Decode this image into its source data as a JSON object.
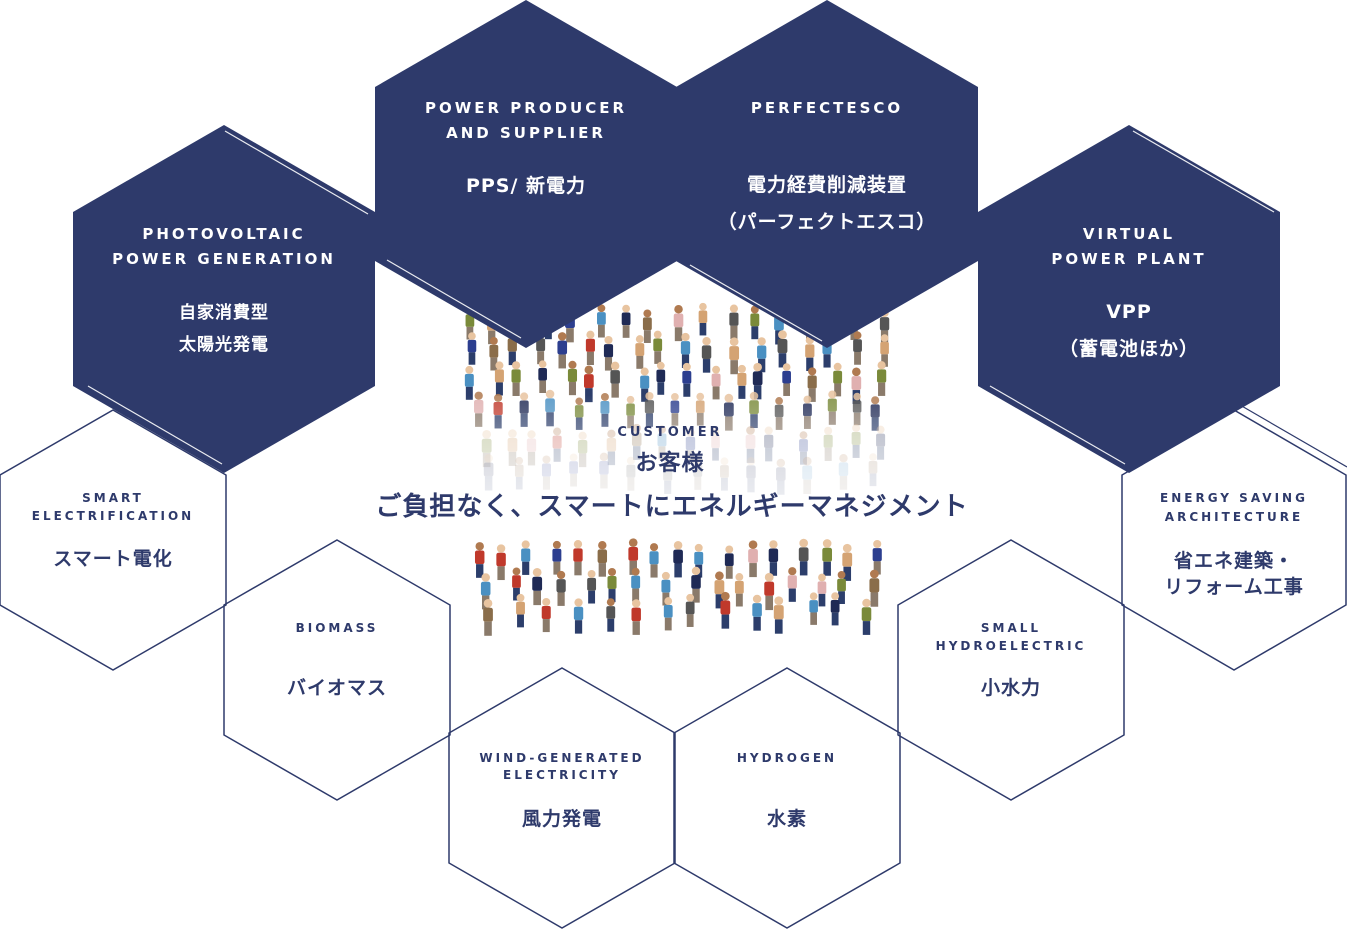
{
  "colors": {
    "navy": "#2e3a6b",
    "outline": "#2e3a6b",
    "on_navy": "#ffffff",
    "people": [
      "#c0392b",
      "#2c3e8f",
      "#7a8a3a",
      "#d4a373",
      "#555555",
      "#e0b0b0",
      "#1f2a55",
      "#8a6d4a",
      "#4a90c2"
    ]
  },
  "filled_hexes": {
    "photovoltaic": {
      "en": [
        "PHOTOVOLTAIC",
        "POWER GENERATION"
      ],
      "jp": [
        "自家消費型",
        "太陽光発電"
      ]
    },
    "pps": {
      "en": [
        "POWER PRODUCER",
        "AND SUPPLIER"
      ],
      "jp": [
        "PPS/ 新電力"
      ]
    },
    "perfectesco": {
      "en": [
        "PERFECTESCO"
      ],
      "jp": [
        "電力経費削減装置",
        "（パーフェクトエスコ）"
      ]
    },
    "vpp": {
      "en": [
        "VIRTUAL",
        "POWER PLANT"
      ],
      "jp": [
        "VPP",
        "（蓄電池ほか）"
      ]
    }
  },
  "outline_hexes": {
    "smart": {
      "en": [
        "SMART",
        "ELECTRIFICATION"
      ],
      "jp": [
        "スマート電化"
      ]
    },
    "biomass": {
      "en": [
        "BIOMASS"
      ],
      "jp": [
        "バイオマス"
      ]
    },
    "wind": {
      "en": [
        "WIND-GENERATED",
        "ELECTRICITY"
      ],
      "jp": [
        "風力発電"
      ]
    },
    "hydrogen": {
      "en": [
        "HYDROGEN"
      ],
      "jp": [
        "水素"
      ]
    },
    "hydro": {
      "en": [
        "SMALL",
        "HYDROELECTRIC"
      ],
      "jp": [
        "小水力"
      ]
    },
    "architecture": {
      "en": [
        "ENERGY SAVING",
        "ARCHITECTURE"
      ],
      "jp": [
        "省エネ建築・",
        "リフォーム工事"
      ]
    }
  },
  "center": {
    "label_en": "CUSTOMER",
    "label_jp": "お客様",
    "tagline": "ご負担なく、スマートにエネルギーマネジメント"
  }
}
